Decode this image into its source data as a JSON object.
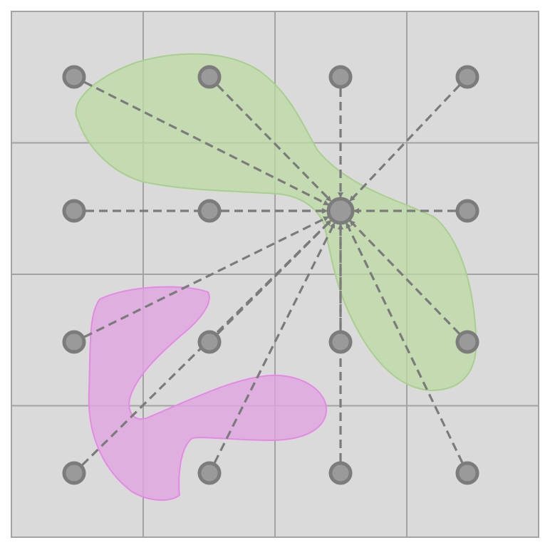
{
  "colors": {
    "cell_fill": "#dadada",
    "grid_line": "#a3a3a3",
    "region_green_fill": "#bcd9a2",
    "region_green_stroke": "#a9cf8f",
    "region_magenta_fill": "#e0a4e0",
    "region_magenta_stroke": "#e48ae4",
    "node_fill": "#9a9a9a",
    "node_stroke": "#7c7c7c",
    "edge": "#7b7b7b"
  },
  "grid": {
    "rows": 4,
    "cols": 4
  },
  "nodes": [
    {
      "id": "n-0-0",
      "row": 0,
      "col": 0
    },
    {
      "id": "n-0-1",
      "row": 0,
      "col": 1
    },
    {
      "id": "n-0-2",
      "row": 0,
      "col": 2
    },
    {
      "id": "n-0-3",
      "row": 0,
      "col": 3
    },
    {
      "id": "n-1-0",
      "row": 1,
      "col": 0
    },
    {
      "id": "n-1-1",
      "row": 1,
      "col": 1
    },
    {
      "id": "n-1-2",
      "row": 1,
      "col": 2,
      "hub": true
    },
    {
      "id": "n-1-3",
      "row": 1,
      "col": 3
    },
    {
      "id": "n-2-0",
      "row": 2,
      "col": 0
    },
    {
      "id": "n-2-1",
      "row": 2,
      "col": 1
    },
    {
      "id": "n-2-2",
      "row": 2,
      "col": 2
    },
    {
      "id": "n-2-3",
      "row": 2,
      "col": 3
    },
    {
      "id": "n-3-0",
      "row": 3,
      "col": 0
    },
    {
      "id": "n-3-1",
      "row": 3,
      "col": 1
    },
    {
      "id": "n-3-2",
      "row": 3,
      "col": 2
    },
    {
      "id": "n-3-3",
      "row": 3,
      "col": 3
    }
  ],
  "edges": [
    {
      "from": "n-0-0",
      "to": "n-1-2"
    },
    {
      "from": "n-0-1",
      "to": "n-1-2"
    },
    {
      "from": "n-0-2",
      "to": "n-1-2"
    },
    {
      "from": "n-0-3",
      "to": "n-1-2"
    },
    {
      "from": "n-1-0",
      "to": "n-1-2"
    },
    {
      "from": "n-1-1",
      "to": "n-1-2"
    },
    {
      "from": "n-1-3",
      "to": "n-1-2"
    },
    {
      "from": "n-2-0",
      "to": "n-1-2"
    },
    {
      "from": "n-2-1",
      "to": "n-1-2"
    },
    {
      "from": "n-2-2",
      "to": "n-1-2"
    },
    {
      "from": "n-2-3",
      "to": "n-1-2"
    },
    {
      "from": "n-3-0",
      "to": "n-1-2"
    },
    {
      "from": "n-3-1",
      "to": "n-1-2"
    },
    {
      "from": "n-3-2",
      "to": "n-1-2"
    },
    {
      "from": "n-3-3",
      "to": "n-1-2"
    }
  ],
  "regions": [
    {
      "id": "region-green",
      "color": "green"
    },
    {
      "id": "region-magenta",
      "color": "magenta"
    }
  ]
}
